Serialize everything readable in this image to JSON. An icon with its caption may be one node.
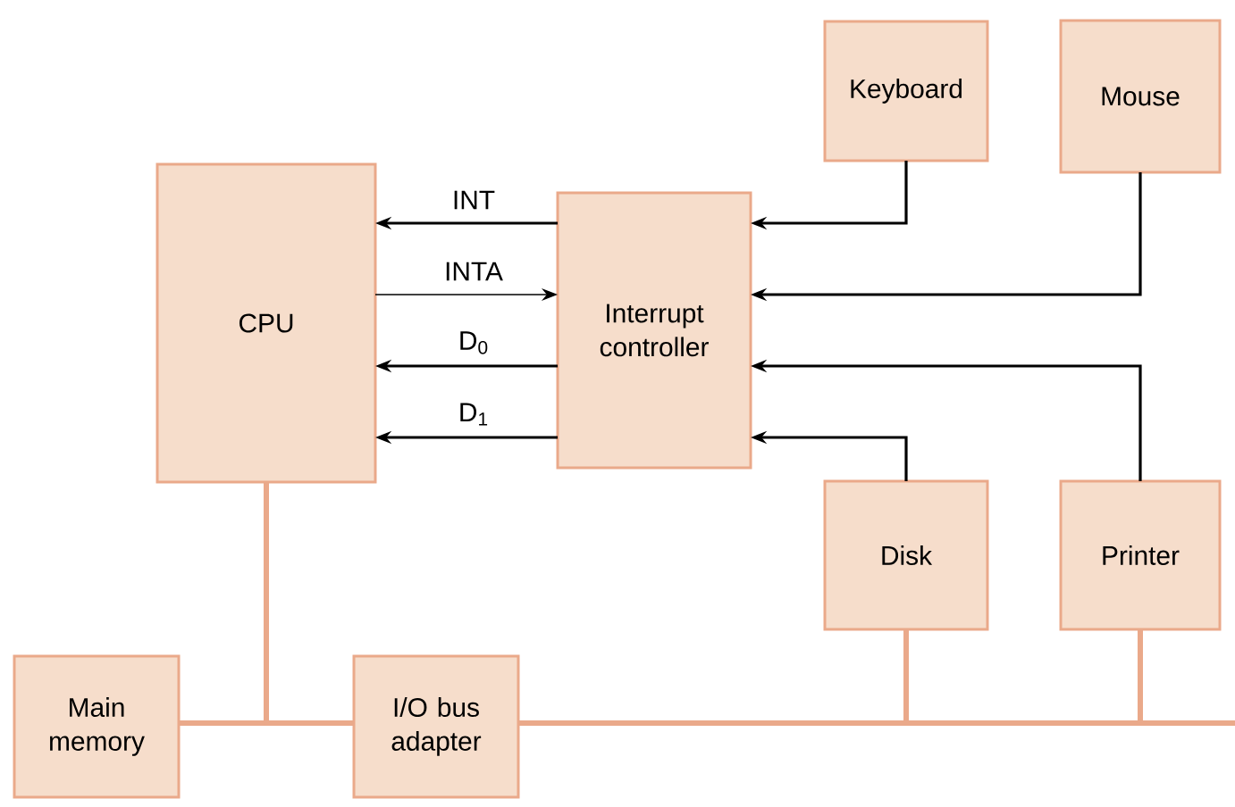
{
  "diagram": {
    "nodes": [
      {
        "text": [
          "CPU"
        ]
      },
      {
        "text": [
          "Interrupt controller"
        ]
      },
      {
        "text": [
          "Keyboard"
        ]
      },
      {
        "text": [
          "Mouse"
        ]
      },
      {
        "text": [
          "Disk"
        ]
      },
      {
        "text": [
          "Printer"
        ]
      },
      {
        "text": [
          "Main memory"
        ]
      },
      {
        "text": [
          "I/O bus adapter"
        ]
      }
    ],
    "edges": [
      {
        "from": 1,
        "to": 0,
        "arrow": "to",
        "label": "INT"
      },
      {
        "from": 0,
        "to": 1,
        "arrow": "to",
        "label": "INTA"
      },
      {
        "from": 1,
        "to": 0,
        "arrow": "to",
        "label": "D$_{0}$"
      },
      {
        "from": 1,
        "to": 0,
        "arrow": "to",
        "label": "D$_{1}$"
      },
      {
        "from": 2,
        "to": 1,
        "arrow": "to"
      },
      {
        "from": 3,
        "to": 1,
        "arrow": "to"
      },
      {
        "from": 5,
        "to": 1,
        "arrow": "to"
      },
      {
        "from": 4,
        "to": 1,
        "arrow": "to"
      },
      {
        "from": 0,
        "to": 6,
        "arrow": "none",
        "color": "#eaa98a"
      },
      {
        "from": 0,
        "to": 7,
        "arrow": "none",
        "color": "#eaa98a"
      },
      {
        "from": 7,
        "to": 4,
        "arrow": "none",
        "color": "#eaa98a"
      },
      {
        "from": 7,
        "to": 5,
        "arrow": "none",
        "color": "#eaa98a"
      }
    ]
  }
}
